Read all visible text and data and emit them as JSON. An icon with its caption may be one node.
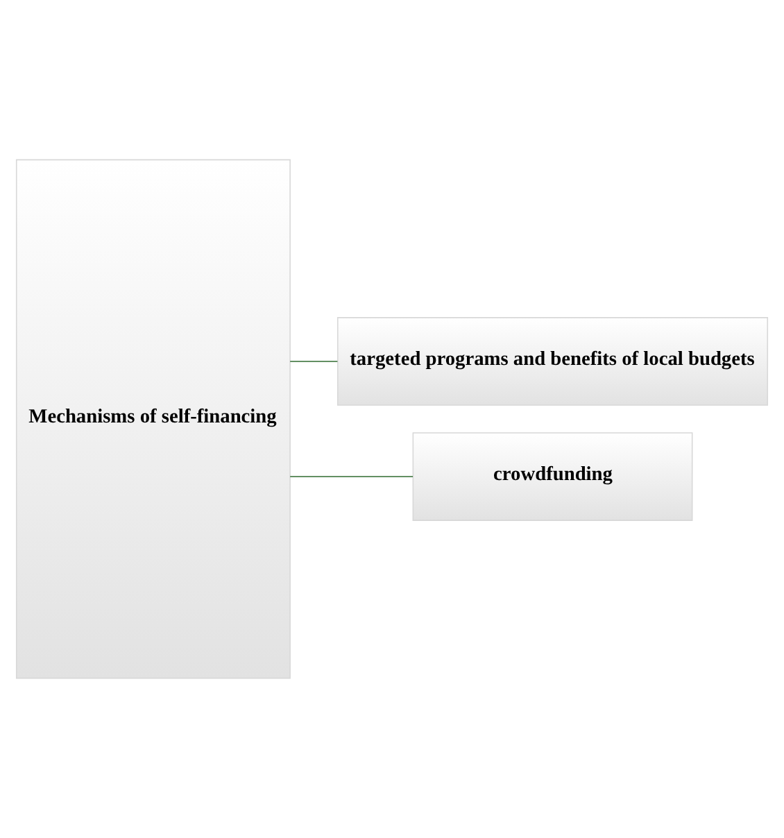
{
  "diagram": {
    "nodes": [
      {
        "text": [
          "Mechanisms of self-financing"
        ]
      },
      {
        "text": [
          "targeted programs and benefits of local budgets"
        ]
      },
      {
        "text": [
          "crowdfunding"
        ]
      }
    ],
    "edges": [
      {
        "from": 0,
        "to": 1,
        "arrow": "none"
      },
      {
        "from": 0,
        "to": 2,
        "arrow": "none"
      }
    ]
  }
}
